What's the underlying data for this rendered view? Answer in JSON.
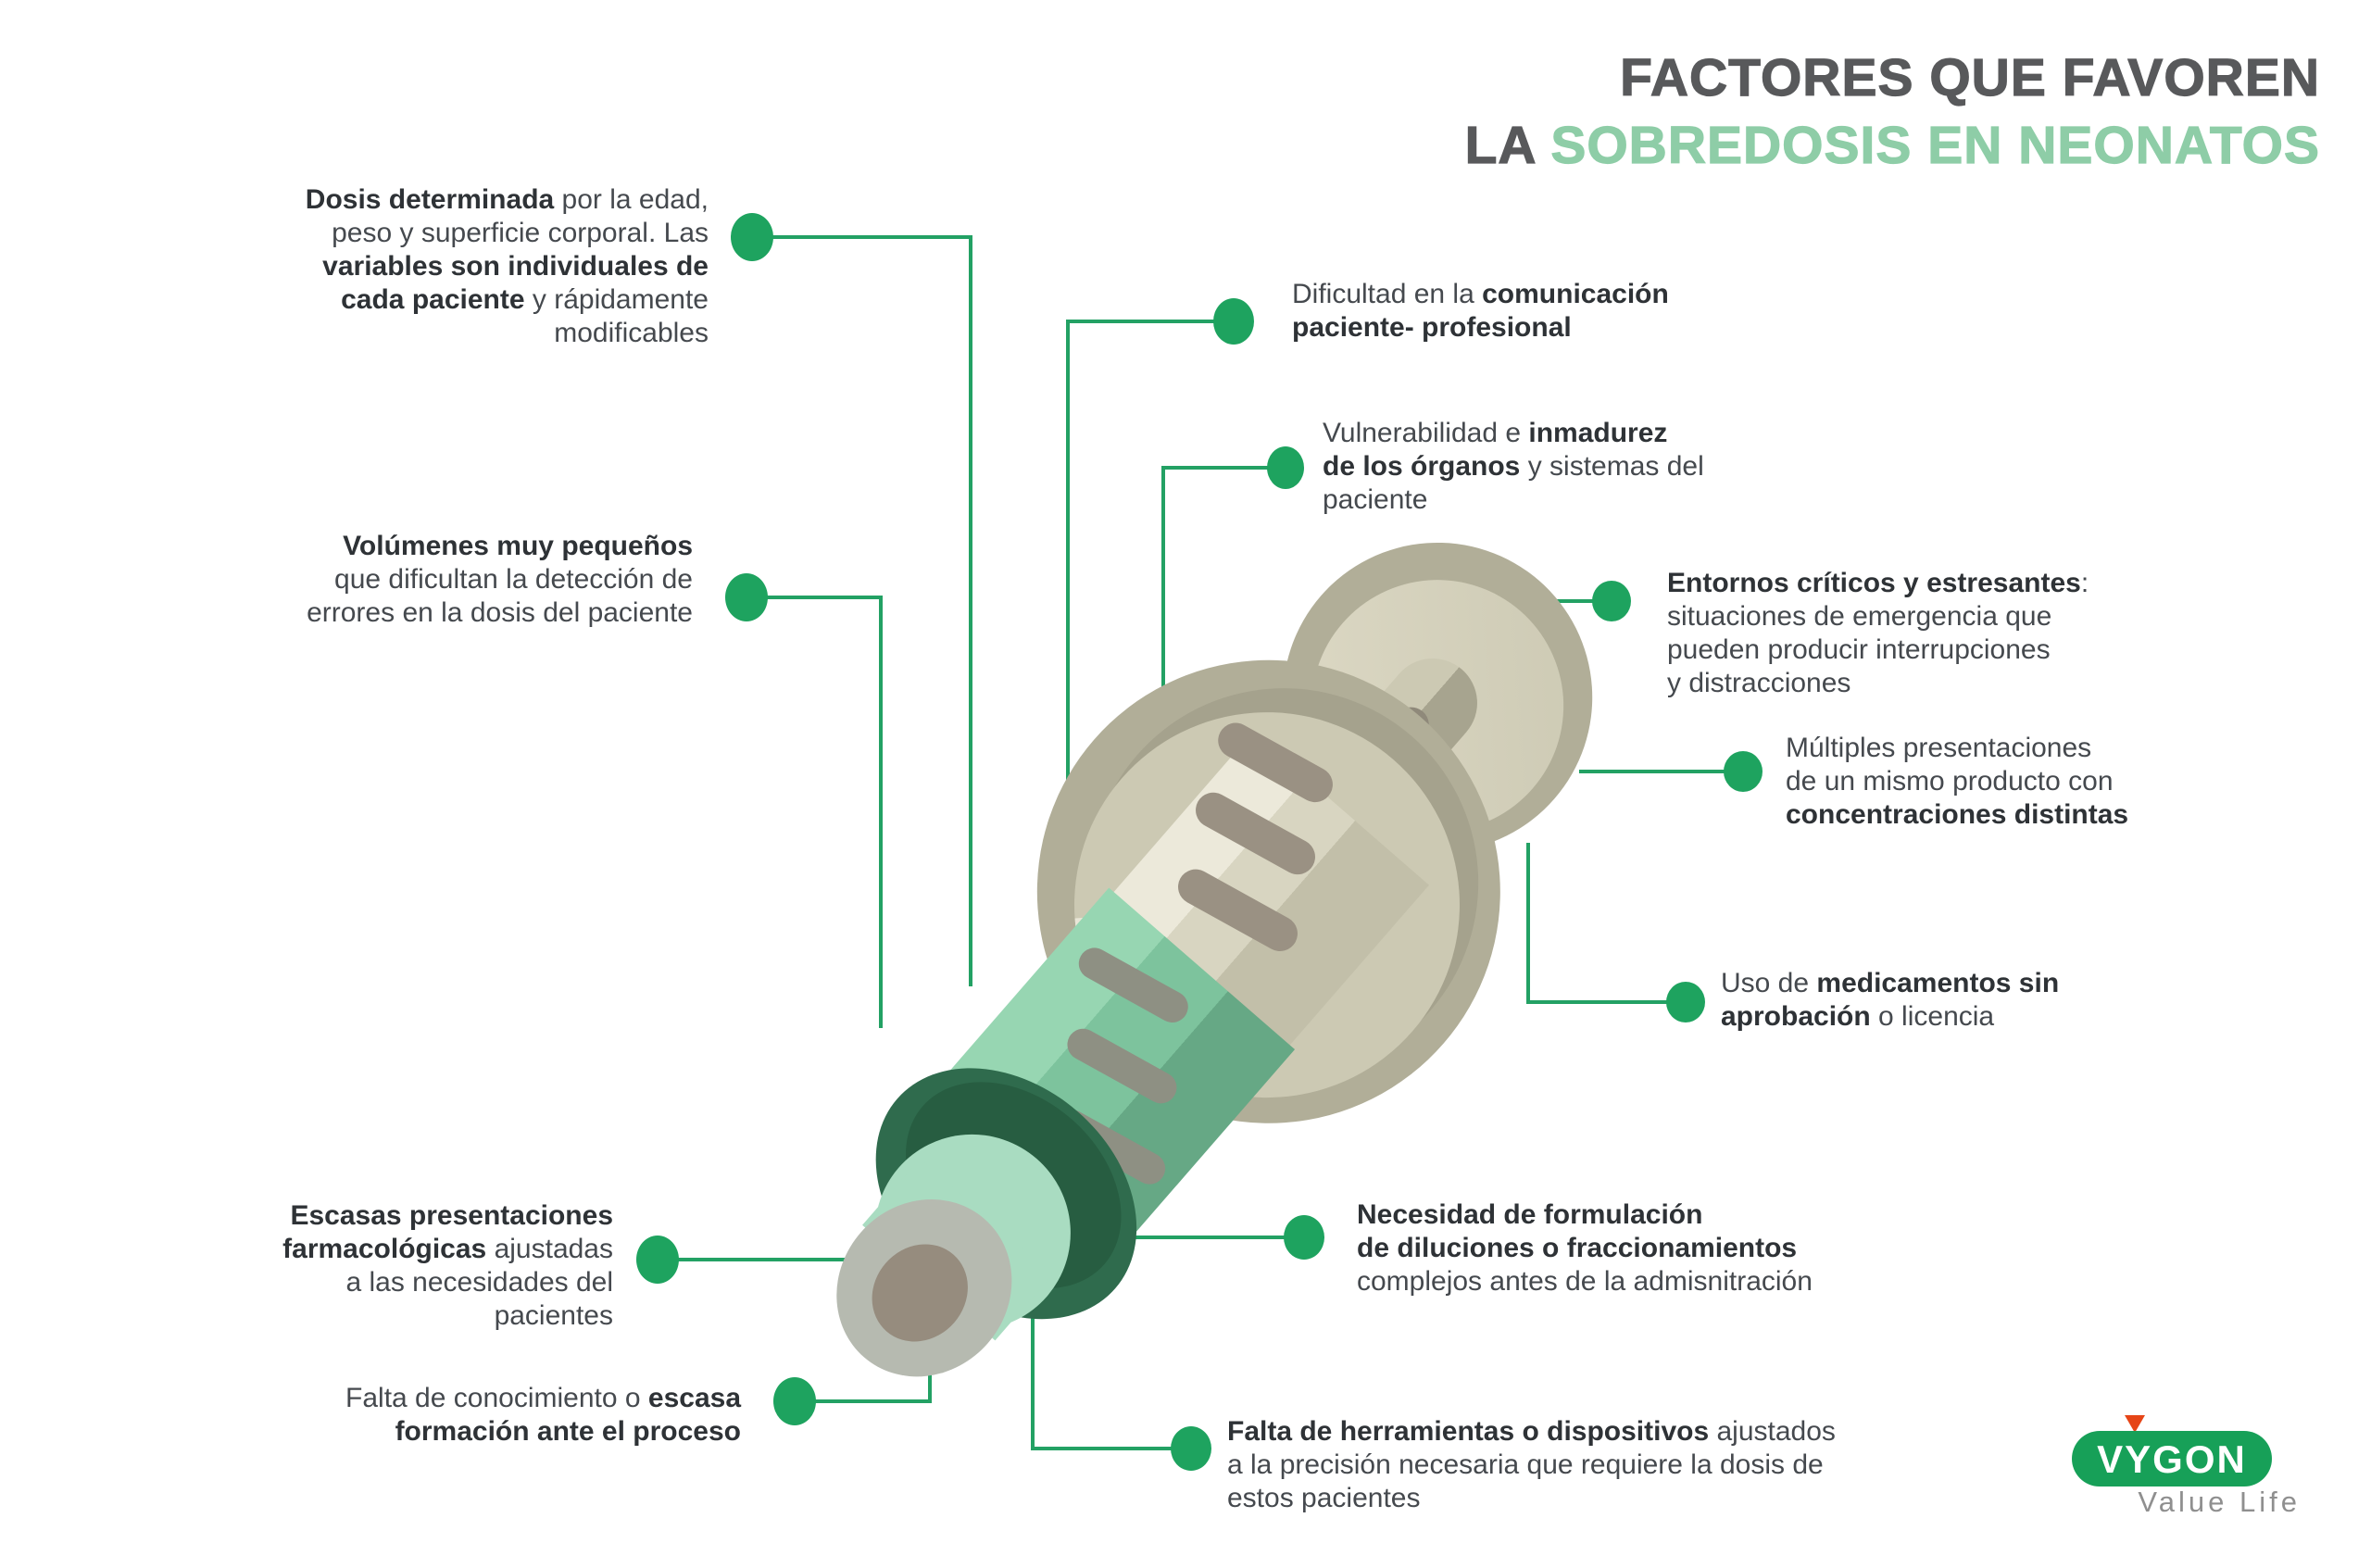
{
  "title": {
    "line1": "FACTORES QUE FAVOREN",
    "line2_prefix": "LA ",
    "line2_highlight": "SOBREDOSIS EN NEONATOS"
  },
  "colors": {
    "title_gray": "#58595b",
    "title_green": "#8ecda7",
    "accent_green": "#23a164",
    "dot_green": "#1ea35f",
    "text_regular": "#45494e",
    "text_bold": "#2e3236",
    "logo_green": "#17a058",
    "logo_triangle_red": "#e64517"
  },
  "icons": {
    "connector_dot": "filled-green-circle",
    "logo_triangle": "red-down-triangle",
    "illustration": "isometric-syringe"
  },
  "callouts": [
    {
      "id": "dosis",
      "align": "right",
      "lines": [
        [
          {
            "t": "Dosis determinada",
            "b": true
          },
          {
            "t": " por la edad,",
            "b": false
          }
        ],
        [
          {
            "t": "peso y superficie corporal. Las",
            "b": false
          }
        ],
        [
          {
            "t": "variables son individuales de",
            "b": true
          }
        ],
        [
          {
            "t": "cada paciente",
            "b": true
          },
          {
            "t": " y rápidamente",
            "b": false
          }
        ],
        [
          {
            "t": "modificables",
            "b": false
          }
        ]
      ]
    },
    {
      "id": "volumenes",
      "align": "right",
      "lines": [
        [
          {
            "t": "Volúmenes muy pequeños",
            "b": true
          }
        ],
        [
          {
            "t": "que dificultan la detección de",
            "b": false
          }
        ],
        [
          {
            "t": "errores en la dosis del paciente",
            "b": false
          }
        ]
      ]
    },
    {
      "id": "dificultad",
      "align": "left",
      "lines": [
        [
          {
            "t": "Dificultad en la ",
            "b": false
          },
          {
            "t": "comunicación",
            "b": true
          }
        ],
        [
          {
            "t": "paciente- profesional",
            "b": true
          }
        ]
      ]
    },
    {
      "id": "vulnerabilidad",
      "align": "left",
      "lines": [
        [
          {
            "t": "Vulnerabilidad e ",
            "b": false
          },
          {
            "t": "inmadurez",
            "b": true
          }
        ],
        [
          {
            "t": "de los órganos",
            "b": true
          },
          {
            "t": " y sistemas del",
            "b": false
          }
        ],
        [
          {
            "t": "paciente",
            "b": false
          }
        ]
      ]
    },
    {
      "id": "entornos",
      "align": "left",
      "lines": [
        [
          {
            "t": "Entornos críticos y estresantes",
            "b": true
          },
          {
            "t": ":",
            "b": false
          }
        ],
        [
          {
            "t": "situaciones de emergencia que",
            "b": false
          }
        ],
        [
          {
            "t": "pueden producir interrupciones",
            "b": false
          }
        ],
        [
          {
            "t": "y distracciones",
            "b": false
          }
        ]
      ]
    },
    {
      "id": "multiples",
      "align": "left",
      "lines": [
        [
          {
            "t": "Múltiples presentaciones",
            "b": false
          }
        ],
        [
          {
            "t": "de un mismo producto con",
            "b": false
          }
        ],
        [
          {
            "t": "concentraciones distintas",
            "b": true
          }
        ]
      ]
    },
    {
      "id": "uso",
      "align": "left",
      "lines": [
        [
          {
            "t": "Uso de ",
            "b": false
          },
          {
            "t": "medicamentos sin",
            "b": true
          }
        ],
        [
          {
            "t": "aprobación",
            "b": true
          },
          {
            "t": " o licencia",
            "b": false
          }
        ]
      ]
    },
    {
      "id": "necesidad",
      "align": "left",
      "lines": [
        [
          {
            "t": "Necesidad de formulación",
            "b": true
          }
        ],
        [
          {
            "t": "de diluciones o fraccionamientos",
            "b": true
          }
        ],
        [
          {
            "t": "complejos antes de la admisnitración",
            "b": false
          }
        ]
      ]
    },
    {
      "id": "herramientas",
      "align": "left",
      "lines": [
        [
          {
            "t": "Falta de herramientas o dispositivos",
            "b": true
          },
          {
            "t": " ajustados",
            "b": false
          }
        ],
        [
          {
            "t": "a la precisión necesaria que requiere la dosis de",
            "b": false
          }
        ],
        [
          {
            "t": "estos pacientes",
            "b": false
          }
        ]
      ]
    },
    {
      "id": "escasas",
      "align": "right",
      "lines": [
        [
          {
            "t": "Escasas presentaciones",
            "b": true
          }
        ],
        [
          {
            "t": "farmacológicas",
            "b": true
          },
          {
            "t": " ajustadas",
            "b": false
          }
        ],
        [
          {
            "t": "a las necesidades del",
            "b": false
          }
        ],
        [
          {
            "t": "pacientes",
            "b": false
          }
        ]
      ]
    },
    {
      "id": "conocimiento",
      "align": "right",
      "lines": [
        [
          {
            "t": "Falta de conocimiento o ",
            "b": false
          },
          {
            "t": "escasa",
            "b": true
          }
        ],
        [
          {
            "t": "formación ante el proceso",
            "b": true
          }
        ]
      ]
    }
  ],
  "logo": {
    "brand": "VYGON",
    "tagline": "Value Life"
  }
}
